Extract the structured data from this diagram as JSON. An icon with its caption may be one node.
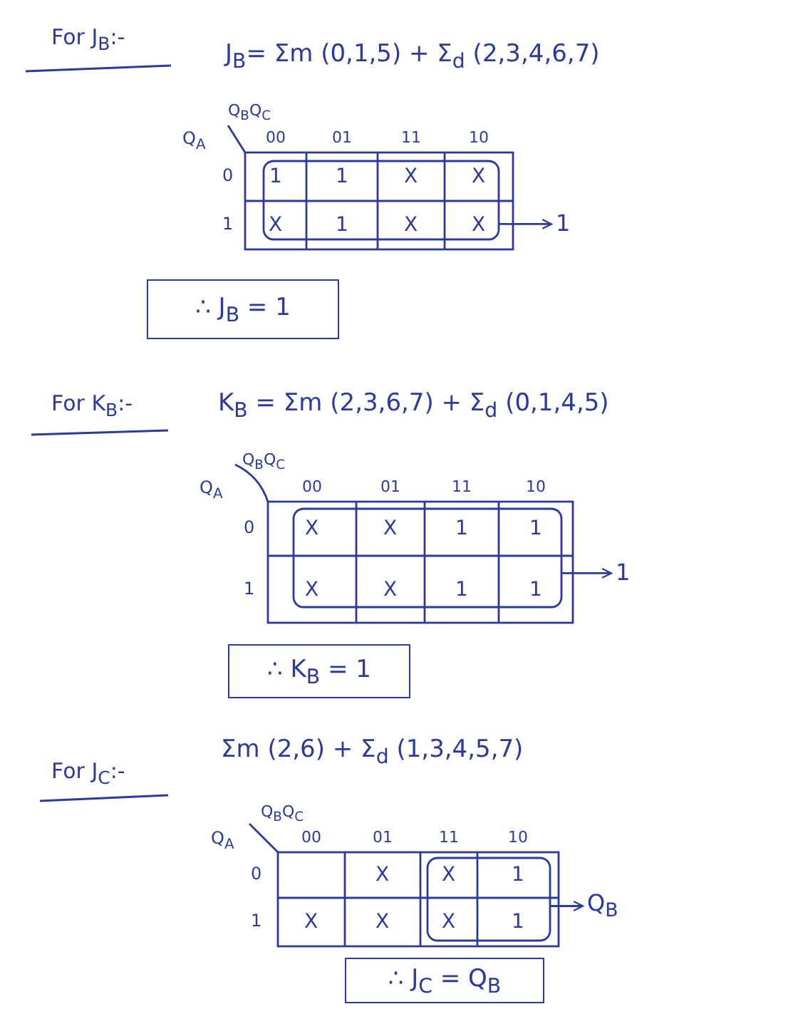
{
  "diagram": {
    "nodes": [
      {
        "text": [],
        "shape": "box"
      },
      {
        "text": [
          "1"
        ]
      },
      {
        "text": [
          "∴ J$_{B}$ = 1"
        ]
      },
      {
        "text": [],
        "shape": "box"
      },
      {
        "text": [
          "1"
        ]
      },
      {
        "text": [
          "∴ K$_{B}$ = 1"
        ]
      },
      {
        "text": [],
        "shape": "box"
      },
      {
        "text": [
          "Q$_{B}$"
        ]
      },
      {
        "text": [
          "∴ J$_{C}$ = Q$_{B}$"
        ]
      }
    ],
    "edges": [
      {
        "from": 0,
        "to": 1,
        "arrow": "to"
      },
      {
        "from": 3,
        "to": 4,
        "arrow": "to"
      },
      {
        "from": 6,
        "to": 7,
        "arrow": "to"
      }
    ],
    "labels": [
      "For J$_{B}$:-",
      "J$_{B}$= Σm (0,1,5) + Σ$_{d}$ (2,3,4,6,7)",
      "Q$_{B}$Q$_{C}$",
      "Q$_{A}$",
      "00",
      "01",
      "11",
      "10",
      "0",
      "1",
      "1",
      "X",
      "X",
      "1",
      "X",
      "1",
      "X",
      "X",
      "For K$_{B}$:-",
      "K$_{B}$ = Σm (2,3,6,7) + Σ$_{d}$ (0,1,4,5)",
      "Q$_{B}$Q$_{C}$",
      "Q$_{A}$",
      "00",
      "01",
      "11",
      "10",
      "0",
      "X",
      "X",
      "1",
      "1",
      "1",
      "X",
      "X",
      "1",
      "1",
      "For J$_{C}$:-",
      "Σm (2,6) + Σ$_{d}$ (1,3,4,5,7)",
      "Q$_{B}$Q$_{C}$",
      "Q$_{A}$",
      "00",
      "01",
      "11",
      "10",
      "0",
      "X",
      "X",
      "1",
      "1",
      "X",
      "X",
      "X",
      "1"
    ]
  }
}
